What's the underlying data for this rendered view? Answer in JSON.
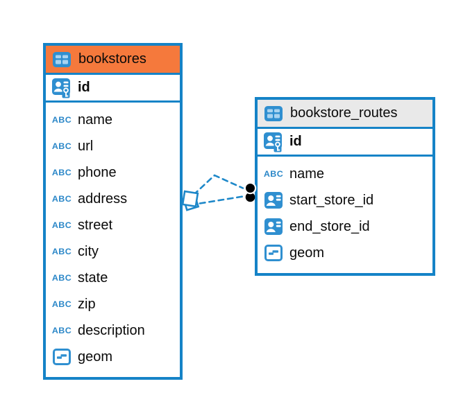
{
  "colors": {
    "canvas_bg": "#ffffff",
    "table_border_blue": "#1583c7",
    "icon_blue": "#2f8fd0",
    "relationship_line_blue": "#1e88c9",
    "bookstores_header_bg": "#f5793c",
    "bookstore_routes_header_bg": "#e9e9e9",
    "text": "#000000",
    "relationship_dot": "#000000"
  },
  "icons": {
    "text_type_label": "ABC",
    "table_icon": "table-grid",
    "primary_key_icon": "person-key",
    "reference_icon": "person-card",
    "geometry_icon": "square-dash"
  },
  "tables": [
    {
      "name": "bookstores",
      "primary_key": "id",
      "fields": [
        {
          "name": "name",
          "type": "text"
        },
        {
          "name": "url",
          "type": "text"
        },
        {
          "name": "phone",
          "type": "text"
        },
        {
          "name": "address",
          "type": "text"
        },
        {
          "name": "street",
          "type": "text"
        },
        {
          "name": "city",
          "type": "text"
        },
        {
          "name": "state",
          "type": "text"
        },
        {
          "name": "zip",
          "type": "text"
        },
        {
          "name": "description",
          "type": "text"
        },
        {
          "name": "geom",
          "type": "geometry"
        }
      ]
    },
    {
      "name": "bookstore_routes",
      "primary_key": "id",
      "fields": [
        {
          "name": "name",
          "type": "text"
        },
        {
          "name": "start_store_id",
          "type": "reference"
        },
        {
          "name": "end_store_id",
          "type": "reference"
        },
        {
          "name": "geom",
          "type": "geometry"
        }
      ]
    }
  ]
}
